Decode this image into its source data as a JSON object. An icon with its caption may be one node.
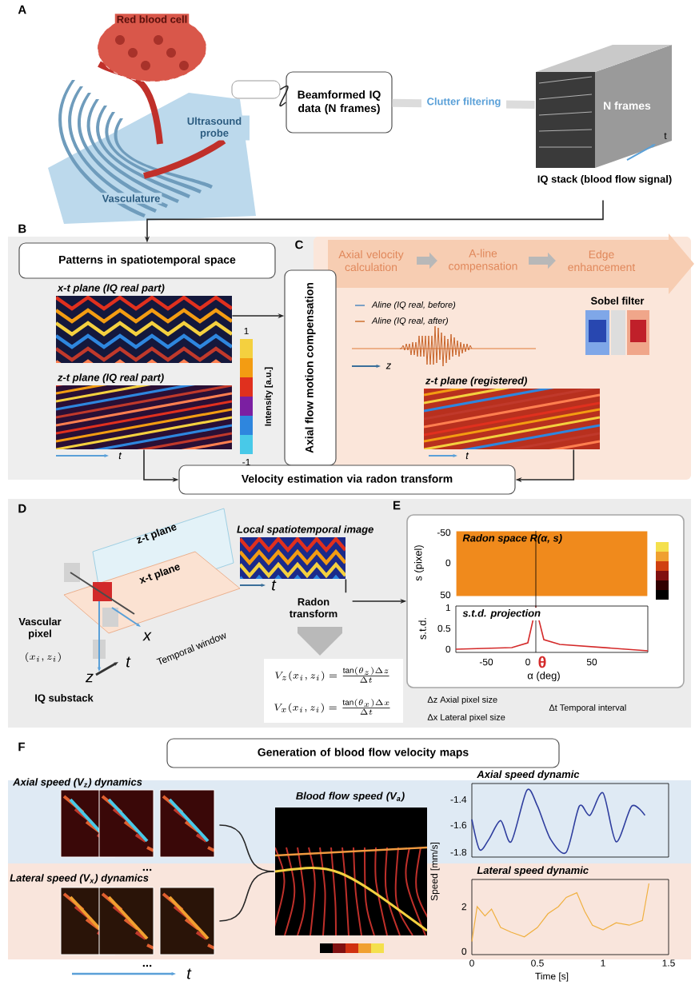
{
  "diagram": {
    "nodes": [
      {
        "text": [],
        "shape": "box"
      },
      {
        "text": [
          "Beamformed IQ data (N frames)"
        ]
      },
      {
        "text": [
          "N frames"
        ],
        "beside": [
          "IQ stack (blood flow signal)"
        ]
      },
      {
        "text": [
          "Patterns in spatiotemporal space"
        ]
      },
      {
        "text": [
          "x-t plane (IQ real part)"
        ]
      },
      {
        "text": [
          "z-t plane (IQ real part)"
        ]
      },
      {
        "text": [
          "Axial flow motion compensation"
        ]
      },
      {
        "text": [
          "Axial velocity calculation"
        ]
      },
      {
        "text": [
          "A-line compensation"
        ]
      },
      {
        "text": [
          "Edge enhancement"
        ]
      },
      {
        "text": [
          "z-t plane (registered)"
        ]
      },
      {
        "text": [
          "Velocity estimation via radon transform"
        ]
      },
      {
        "text": [
          "Local spatiotemporal image"
        ]
      },
      {
        "text": [],
        "shape": "box"
      },
      {
        "text": [
          "Generation of blood flow velocity maps"
        ]
      },
      {
        "text": [
          "Axial speed (V$_{z}$) dynamics"
        ]
      },
      {
        "text": [
          "Lateral speed (V$_{x}$) dynamics"
        ]
      },
      {
        "text": [
          "Blood flow speed (V$_{a}$)"
        ]
      }
    ],
    "edges": [
      {
        "from": 0,
        "to": 1,
        "arrow": "none"
      },
      {
        "from": 1,
        "to": 2,
        "arrow": "none",
        "label": "Clutter filtering",
        "style": "thick",
        "color": "#dcdcdc"
      },
      {
        "from": 2,
        "to": 3,
        "arrow": "to"
      },
      {
        "from": 4,
        "to": 6,
        "arrow": "to"
      },
      {
        "from": 5,
        "to": 11,
        "arrow": "to"
      },
      {
        "from": 10,
        "to": 11,
        "arrow": "to"
      },
      {
        "from": 7,
        "to": 8,
        "arrow": "to",
        "style": "thick",
        "color": "#b8b8b8"
      },
      {
        "from": 8,
        "to": 9,
        "arrow": "to",
        "style": "thick",
        "color": "#b8b8b8"
      },
      {
        "from": 12,
        "to": 13,
        "arrow": "to",
        "label": "Radon transform"
      },
      {
        "from": 15,
        "to": 17,
        "arrow": "none"
      },
      {
        "from": 16,
        "to": 17,
        "arrow": "none"
      }
    ],
    "labels": [
      "A",
      "Red blood cell",
      "Ultrasound probe",
      "Vasculature",
      "t",
      "B",
      "C",
      "Intensity [a.u.]",
      "1",
      "-1",
      "t",
      "Sobel filter",
      "z",
      "t",
      "D",
      "z-t plane",
      "x-t plane",
      "Vascular pixel",
      "(x_i, z_i)",
      "z",
      "IQ substack",
      "x",
      "t",
      "Temporal window",
      "t",
      "V_z(x_i, z_i) = \\frac{\\tan(\\theta_z)\\Delta z}{\\Delta t}",
      "V_x(x_i, z_i) = \\frac{\\tan(\\theta_x)\\Delta x}{\\Delta t}",
      "E",
      "Radon space R(α, s)",
      "s (pixel)",
      "-50",
      "0",
      "50",
      "s.t.d.",
      "1",
      "0.5",
      "0",
      "s.t.d. projection",
      "-50",
      "0",
      "θ",
      "50",
      "α (deg)",
      "Δz Axial pixel size",
      "Δx Lateral pixel size",
      "Δt Temporal interval",
      "F",
      "...",
      "...",
      "t",
      "Axial speed dynamic",
      "-1.4",
      "-1.6",
      "-1.8",
      "Speed [mm/s]",
      "Lateral speed dynamic",
      "2",
      "0",
      "0",
      "0.5",
      "1",
      "1.5",
      "Time [s]"
    ],
    "legend": [
      {
        "text": "Aline (IQ real, before)"
      },
      {
        "text": "Aline (IQ real, after)"
      }
    ]
  }
}
